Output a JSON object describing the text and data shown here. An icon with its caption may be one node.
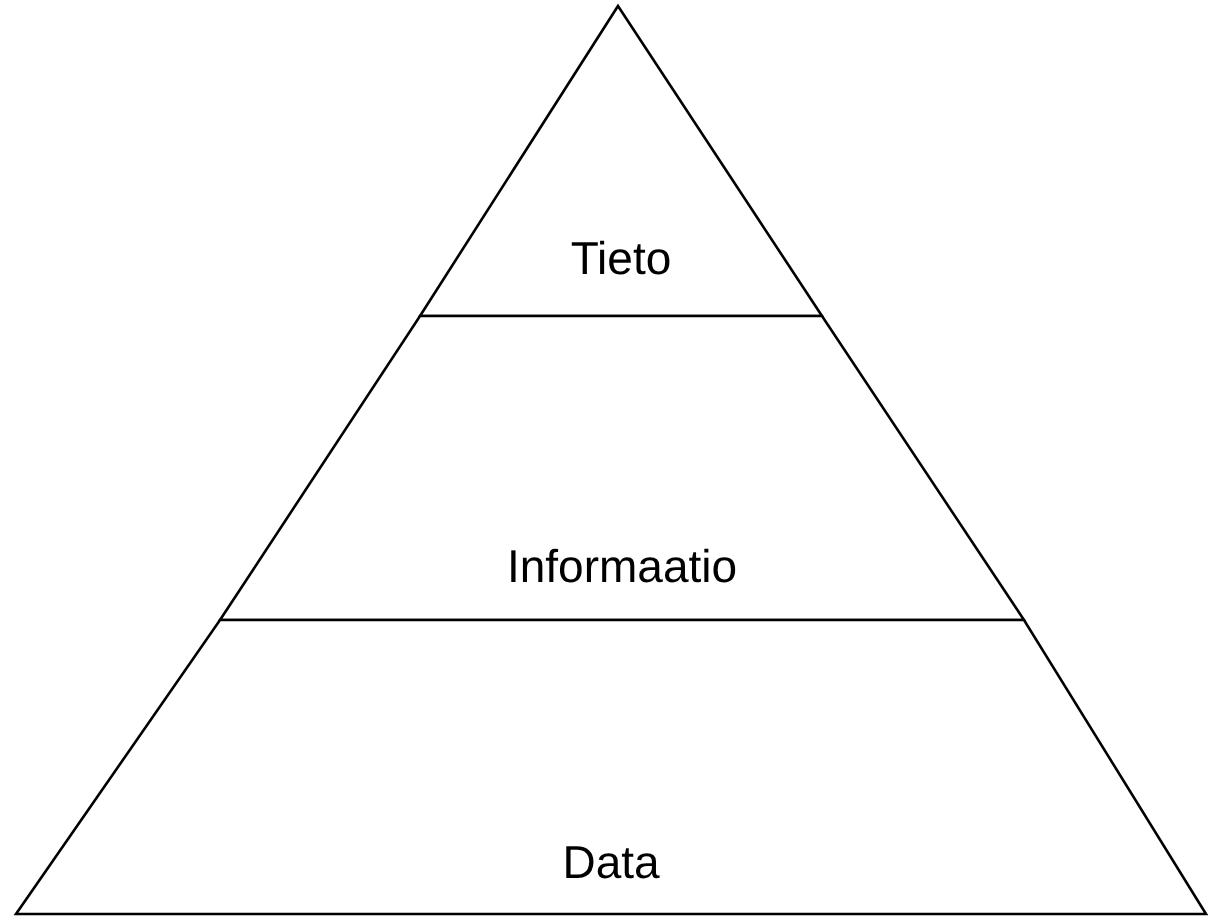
{
  "diagram": {
    "nodes": [
      {
        "text": [
          "Tieto"
        ]
      },
      {
        "text": [
          "Informaatio"
        ]
      },
      {
        "text": [
          "Data"
        ]
      }
    ]
  }
}
